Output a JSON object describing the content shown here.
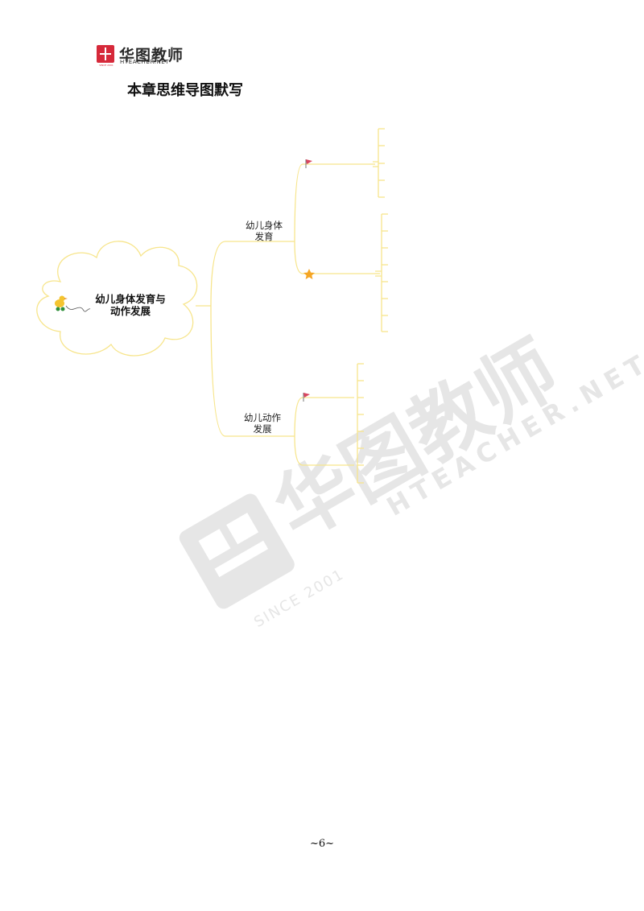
{
  "header": {
    "logo_cn": "华图教师",
    "logo_en": "HTEACHER.NET",
    "logo_tag": "SINCE 2001"
  },
  "title": "本章思维导图默写",
  "mindmap": {
    "root": "幼儿身体发育与动作发展",
    "root_lines": [
      "幼儿身体发育与",
      "动作发展"
    ],
    "branches": [
      {
        "lines": [
          "幼儿身体",
          "发育"
        ],
        "markers": [
          "flag-icon",
          "star-icon"
        ]
      },
      {
        "lines": [
          "幼儿动作",
          "发展"
        ],
        "markers": [
          "flag-icon"
        ]
      }
    ],
    "line_color": "#f7e58c",
    "cloud_color": "#f7e58c"
  },
  "watermark": {
    "cn": "华图教师",
    "en": "HTEACHER.NET",
    "since": "SINCE 2001",
    "color": "#e6e6e6"
  },
  "footer": {
    "page_number": "~6~"
  }
}
